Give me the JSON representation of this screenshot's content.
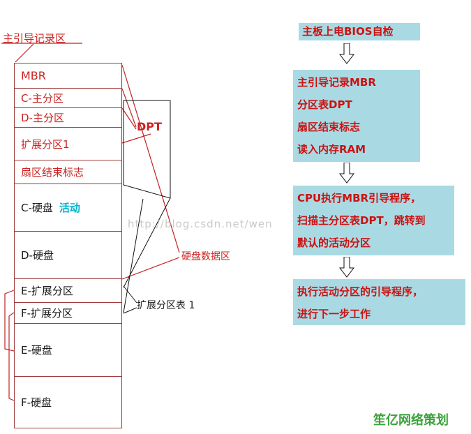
{
  "disk": {
    "area_label": "主引导记录区",
    "dpt_label": "DPT",
    "data_area_label": "硬盘数据区",
    "ext_table_label": "扩展分区表 1",
    "rows": [
      {
        "label": "MBR"
      },
      {
        "label": "C-主分区"
      },
      {
        "label": "D-主分区"
      },
      {
        "label": "扩展分区1"
      },
      {
        "label": "扇区结束标志"
      },
      {
        "label": "C-硬盘",
        "tag": "活动"
      },
      {
        "label": "D-硬盘"
      },
      {
        "label": "E-扩展分区"
      },
      {
        "label": "F-扩展分区"
      },
      {
        "label": "E-硬盘"
      },
      {
        "label": "F-硬盘"
      }
    ]
  },
  "flowchart": {
    "steps": [
      {
        "lines": [
          "主板上电BIOS自检"
        ]
      },
      {
        "lines": [
          "主引导记录MBR",
          "分区表DPT",
          "扇区结束标志",
          "读入内存RAM"
        ]
      },
      {
        "lines": [
          "CPU执行MBR引导程序，",
          "扫描主分区表DPT，跳转到",
          "默认的活动分区"
        ]
      },
      {
        "lines": [
          "执行活动分区的引导程序，",
          "进行下一步工作"
        ]
      }
    ]
  },
  "watermarks": {
    "url_text": "http://blog.csdn.net/wen",
    "brand": "笙亿网络策划"
  },
  "colors": {
    "flow_box_fill": "#a9dae3",
    "accent_red": "#cc2222",
    "stack_border": "#9e3b3b",
    "tag_cyan": "#00b2cc",
    "brand_green": "#3aa23a"
  }
}
